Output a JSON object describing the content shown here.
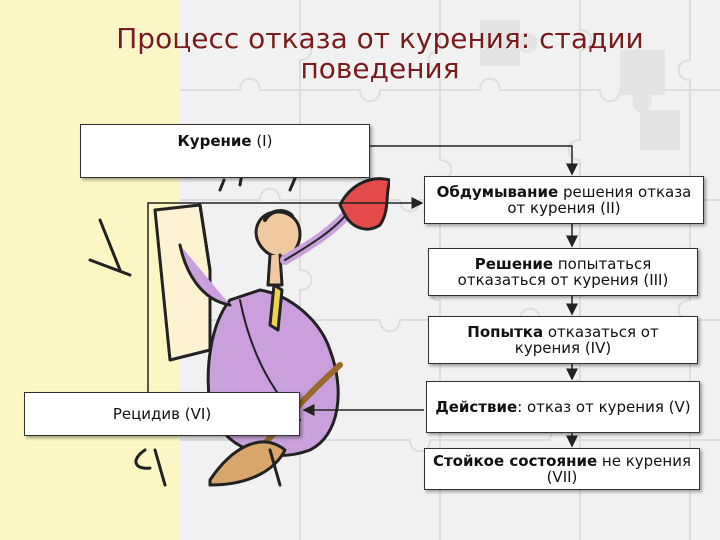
{
  "title": {
    "line1": "Процесс отказа от курения: стадии",
    "line2": "поведения"
  },
  "stages": {
    "smoking": {
      "bold": "Курение",
      "rest": " (I)"
    },
    "contemplation": {
      "bold": "Обдумывание",
      "rest": " решения отказа от курения  (II)"
    },
    "decision": {
      "bold": "Решение",
      "rest": " попытаться отказаться от курения (III)"
    },
    "attempt": {
      "bold": "Попытка",
      "rest": " отказаться от курения (IV)"
    },
    "action": {
      "bold": "Действие",
      "rest": ": отказ от курения (V)"
    },
    "stable": {
      "bold": "Стойкое состояние",
      "rest": " не курения (VII)"
    },
    "relapse": {
      "bold": "Рецидив",
      "rest": " (VI)"
    }
  },
  "colors": {
    "title": "#7b1a1a",
    "side_panel": "#fbf6c4",
    "connector": "#222222"
  }
}
